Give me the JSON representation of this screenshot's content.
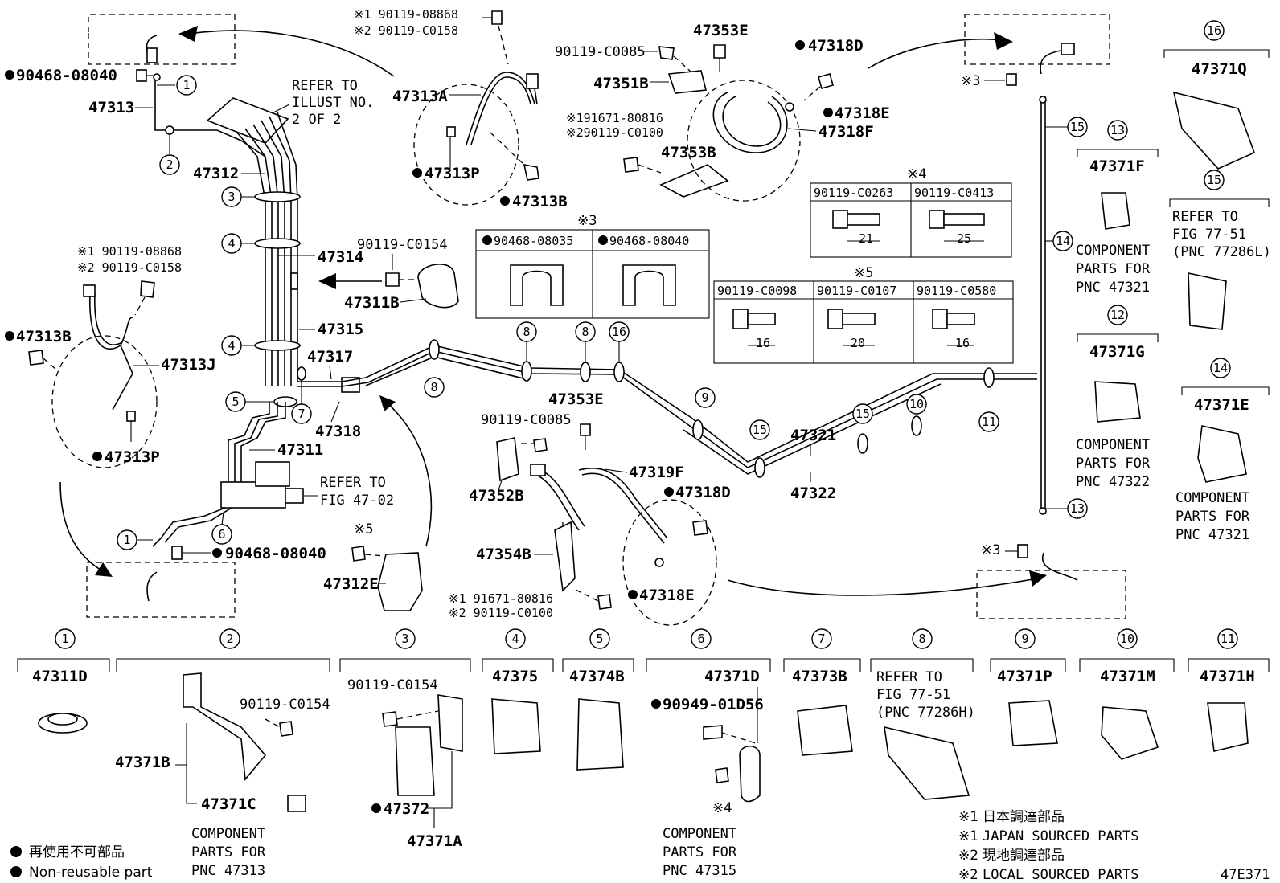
{
  "figure_code": "47E371",
  "legend": {
    "nonreusable_jp": "再使用不可部品",
    "nonreusable_en": "Non-reusable part"
  },
  "notes": [
    {
      "mark": "※1",
      "text": "日本調達部品"
    },
    {
      "mark": "※1",
      "text": "JAPAN SOURCED PARTS"
    },
    {
      "mark": "※2",
      "text": "現地調達部品"
    },
    {
      "mark": "※2",
      "text": "LOCAL SOURCED PARTS"
    }
  ],
  "top_labels": {
    "p90468_08040_a": "90468-08040",
    "p47313": "47313",
    "p47312": "47312",
    "refer_illust": [
      "REFER TO",
      "ILLUST NO.",
      "2 OF 2"
    ],
    "p47313A": "47313A",
    "p47313P_a": "47313P",
    "p47313B_a": "47313B",
    "s1_08868_a": "※1 90119-08868",
    "s2_c0158_a": "※2 90119-C0158",
    "c0085_a": "90119-C0085",
    "p47353E_a": "47353E",
    "p47351B": "47351B",
    "s1_80816_a": "※191671-80816",
    "s2_c0100_a": "※290119-C0100",
    "p47353B": "47353B",
    "p47318D_a": "47318D",
    "p47318E_a": "47318E",
    "p47318F": "47318F",
    "s3_right": "※3"
  },
  "mid_labels": {
    "s1_08868_b": "※1 90119-08868",
    "s2_c0158_b": "※2 90119-C0158",
    "p47313B_b": "47313B",
    "p47313J": "47313J",
    "p47313P_b": "47313P",
    "c0154_a": "90119-C0154",
    "p47314": "47314",
    "p47311B": "47311B",
    "p47315": "47315",
    "p47317": "47317",
    "p47318": "47318",
    "p47311": "47311",
    "refer_fig": [
      "REFER TO",
      "FIG 47-02"
    ],
    "p90468_08040_b": "90468-08040",
    "s5_mark": "※5",
    "p47312E": "47312E",
    "c0085_b": "90119-C0085",
    "p47353E_b": "47353E",
    "p47352B": "47352B",
    "p47319F": "47319F",
    "p47318D_b": "47318D",
    "p47354B": "47354B",
    "p47318E_b": "47318E",
    "s1_80816_b": "※1 91671-80816",
    "s2_c0100_b": "※2 90119-C0100",
    "p47321": "47321",
    "p47322": "47322",
    "s3_lower": "※3"
  },
  "table_s3": {
    "mark": "※3",
    "cols": [
      "90468-08035",
      "90468-08040"
    ]
  },
  "table_s4": {
    "mark": "※4",
    "cols": [
      {
        "pn": "90119-C0263",
        "dim": "21"
      },
      {
        "pn": "90119-C0413",
        "dim": "25"
      }
    ]
  },
  "table_s5": {
    "mark": "※5",
    "cols": [
      {
        "pn": "90119-C0098",
        "dim": "16"
      },
      {
        "pn": "90119-C0107",
        "dim": "20"
      },
      {
        "pn": "90119-C0580",
        "dim": "16"
      }
    ]
  },
  "right_column": {
    "n16": {
      "num": "16",
      "pn": "47371Q"
    },
    "n13": {
      "num": "13",
      "pn": "47371F",
      "note": [
        "COMPONENT",
        "PARTS FOR",
        "PNC 47321"
      ]
    },
    "n15": {
      "num": "15",
      "note": [
        "REFER TO",
        "FIG 77-51",
        "(PNC 77286L)"
      ]
    },
    "n12": {
      "num": "12",
      "pn": "47371G",
      "note": [
        "COMPONENT",
        "PARTS FOR",
        "PNC 47322"
      ]
    },
    "n14": {
      "num": "14",
      "pn": "47371E",
      "note": [
        "COMPONENT",
        "PARTS FOR",
        "PNC 47321"
      ]
    }
  },
  "bottom_row": {
    "n1": {
      "num": "1",
      "pn": "47311D"
    },
    "n2": {
      "num": "2",
      "pn_a": "47371B",
      "pn_b": "47371C",
      "bolt": "90119-C0154",
      "note": [
        "COMPONENT",
        "PARTS FOR",
        "PNC 47313"
      ]
    },
    "n3": {
      "num": "3",
      "bolt": "90119-C0154",
      "pn_a": "47372",
      "pn_b": "47371A"
    },
    "n4": {
      "num": "4",
      "pn": "47375"
    },
    "n5": {
      "num": "5",
      "pn": "47374B"
    },
    "n6": {
      "num": "6",
      "pn": "47371D",
      "pn_b": "90949-01D56",
      "mark": "※4",
      "note": [
        "COMPONENT",
        "PARTS FOR",
        "PNC 47315"
      ]
    },
    "n7": {
      "num": "7",
      "pn": "47373B"
    },
    "n8": {
      "num": "8",
      "note": [
        "REFER TO",
        "FIG 77-51",
        "(PNC 77286H)"
      ]
    },
    "n9": {
      "num": "9",
      "pn": "47371P"
    },
    "n10": {
      "num": "10",
      "pn": "47371M"
    },
    "n11": {
      "num": "11",
      "pn": "47371H"
    }
  },
  "callouts": [
    "1",
    "2",
    "3",
    "4",
    "4",
    "5",
    "6",
    "7",
    "8",
    "8",
    "8",
    "9",
    "10",
    "11",
    "12",
    "13",
    "14",
    "15",
    "15",
    "16",
    "1"
  ]
}
